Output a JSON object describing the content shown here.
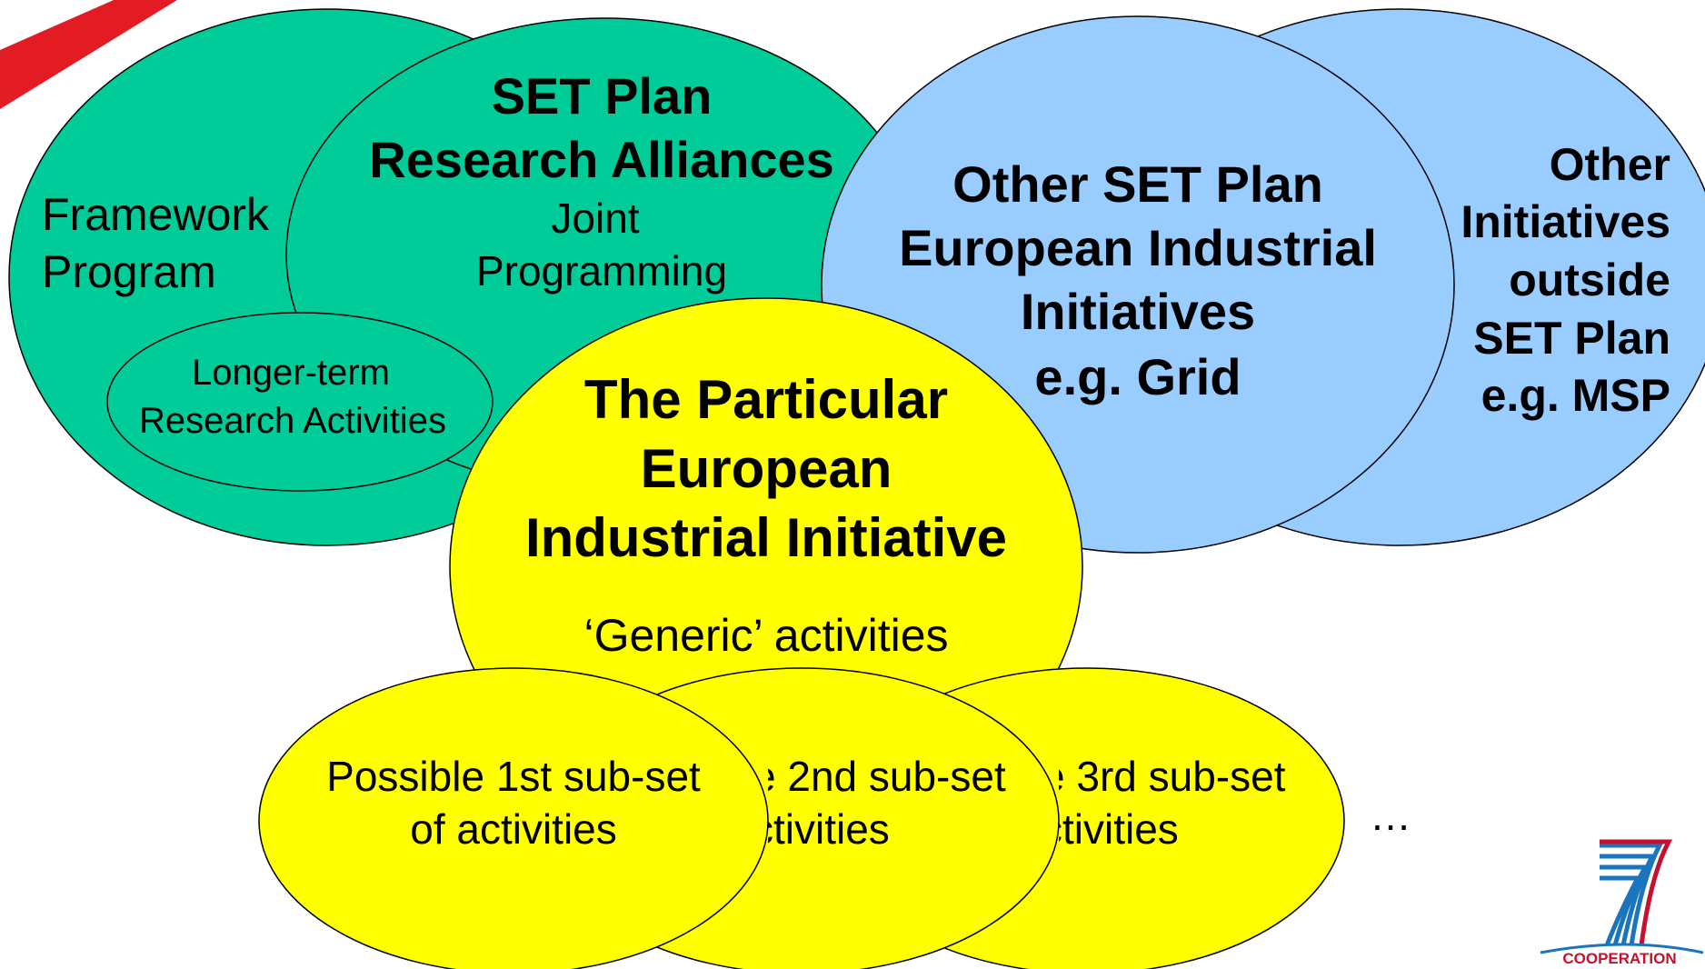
{
  "colors": {
    "green": "#00CC99",
    "light_blue": "#99CCFF",
    "yellow": "#FFFF00",
    "red_accent": "#E31B23",
    "logo_blue": "#1B75BC",
    "logo_red": "#C8102E"
  },
  "framework": {
    "line1": "Framework",
    "line2": "Program"
  },
  "set_plan": {
    "title1": "SET Plan",
    "title2": "Research Alliances",
    "sub1": "Joint",
    "sub2": "Programming"
  },
  "longer_term": {
    "line1": "Longer-term",
    "line2": "Research Activities"
  },
  "other_eii": {
    "line1": "Other SET Plan",
    "line2": "European Industrial",
    "line3": "Initiatives",
    "line4": "e.g. Grid"
  },
  "other_initiatives": {
    "line1": "Other",
    "line2": "Initiatives",
    "line3": "outside",
    "line4": "SET Plan",
    "line5": "e.g. MSP"
  },
  "particular_eii": {
    "line1": "The Particular",
    "line2": "European",
    "line3": "Industrial Initiative",
    "generic": "‘Generic’ activities"
  },
  "subsets": {
    "first_line1": "Possible 1st sub-set",
    "first_line2": "of activities",
    "second_line1": "e 2nd sub-set",
    "second_line2": "ctivities",
    "third_line1": "e 3rd sub-set",
    "third_line2": "ctivities",
    "ellipsis": "…"
  },
  "logo": {
    "text": "COOPERATION"
  }
}
